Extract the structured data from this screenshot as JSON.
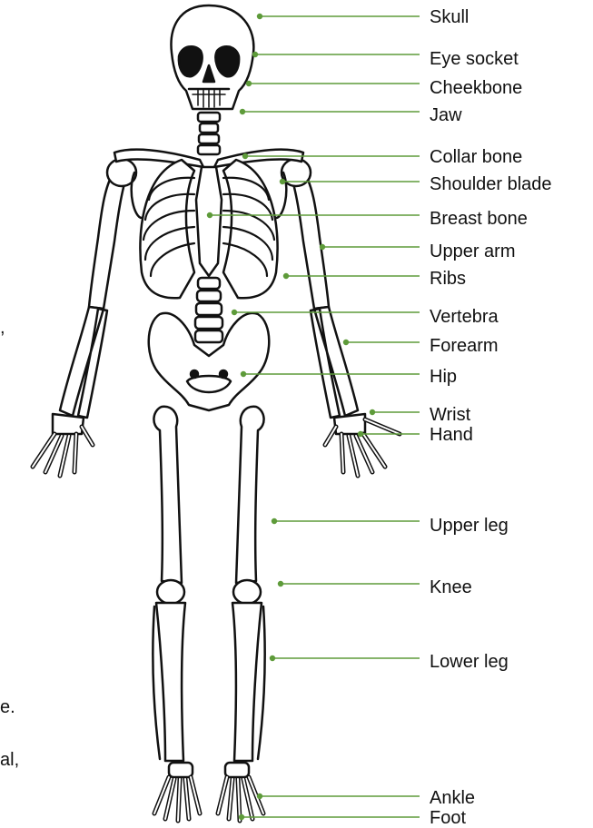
{
  "labels": [
    {
      "id": "skull",
      "text": "Skull"
    },
    {
      "id": "eye-socket",
      "text": "Eye socket"
    },
    {
      "id": "cheekbone",
      "text": "Cheekbone"
    },
    {
      "id": "jaw",
      "text": "Jaw"
    },
    {
      "id": "collar-bone",
      "text": "Collar bone"
    },
    {
      "id": "shoulder-blade",
      "text": "Shoulder blade"
    },
    {
      "id": "breast-bone",
      "text": "Breast bone"
    },
    {
      "id": "upper-arm",
      "text": "Upper arm"
    },
    {
      "id": "ribs",
      "text": "Ribs"
    },
    {
      "id": "vertebra",
      "text": "Vertebra"
    },
    {
      "id": "forearm",
      "text": "Forearm"
    },
    {
      "id": "hip",
      "text": "Hip"
    },
    {
      "id": "wrist",
      "text": "Wrist"
    },
    {
      "id": "hand",
      "text": "Hand"
    },
    {
      "id": "upper-leg",
      "text": "Upper leg"
    },
    {
      "id": "knee",
      "text": "Knee"
    },
    {
      "id": "lower-leg",
      "text": "Lower leg"
    },
    {
      "id": "ankle",
      "text": "Ankle"
    },
    {
      "id": "foot",
      "text": "Foot"
    }
  ],
  "stray_text": {
    "a": ",",
    "b": "e.",
    "c": "al,"
  },
  "colors": {
    "leader": "#5e9b3a",
    "outline": "#111111",
    "bone_fill": "#ffffff"
  }
}
